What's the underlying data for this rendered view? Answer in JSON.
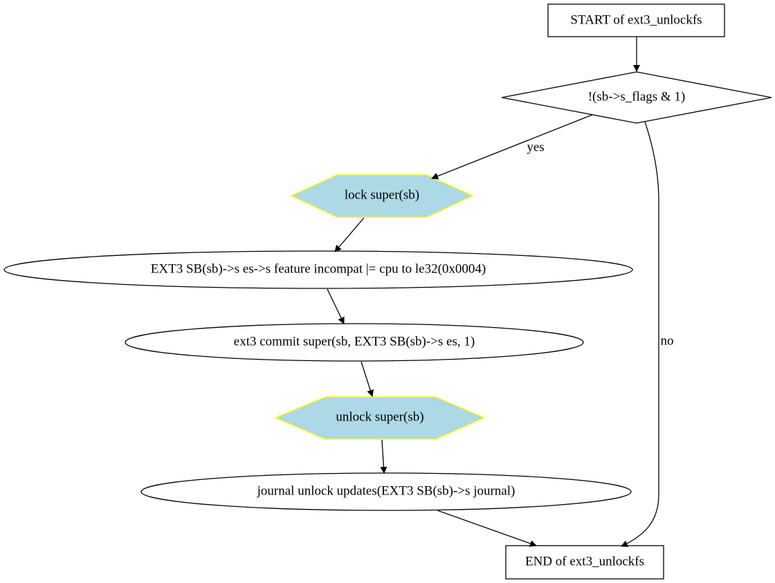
{
  "nodes": {
    "start": "START of ext3_unlockfs",
    "decision": "!(sb->s_flags & 1)",
    "lock_super": "lock  super(sb)",
    "feature_incompat": "EXT3  SB(sb)->s  es->s  feature  incompat |= cpu  to  le32(0x0004)",
    "commit_super": "ext3  commit  super(sb, EXT3  SB(sb)->s  es, 1)",
    "unlock_super": "unlock  super(sb)",
    "journal_unlock": "journal  unlock  updates(EXT3  SB(sb)->s  journal)",
    "end": "END of ext3_unlockfs"
  },
  "edges": {
    "yes_label": "yes",
    "no_label": "no"
  },
  "colors": {
    "hexagon_fill": "#add8e6",
    "hexagon_stroke": "#ffff00",
    "line": "#000000"
  }
}
